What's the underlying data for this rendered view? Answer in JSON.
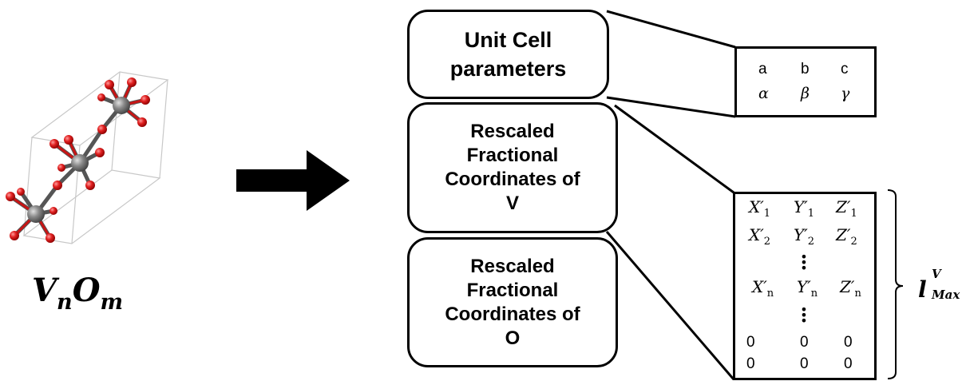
{
  "formula": {
    "base1": "V",
    "sub1": "n",
    "base2": "O",
    "sub2": "m"
  },
  "boxes": {
    "unit_cell": "Unit Cell\nparameters",
    "v_coords": "Rescaled\nFractional\nCoordinates of\nV",
    "o_coords": "Rescaled\nFractional\nCoordinates of\nO"
  },
  "parameters": {
    "row1": [
      "a",
      "b",
      "c"
    ],
    "row2": [
      "α",
      "β",
      "γ"
    ]
  },
  "matrix": {
    "symbols": [
      "X",
      "Y",
      "Z"
    ],
    "prime": "′",
    "row1_index": "1",
    "row2_index": "2",
    "rown_index": "n",
    "zeros": [
      "0",
      "0",
      "0",
      "0",
      "0",
      "0"
    ]
  },
  "bracket_label": {
    "base": "l",
    "sup": "V",
    "sub": "Max"
  },
  "colors": {
    "oxygen": "#d01010",
    "vanadium": "#808080",
    "stroke": "#000000",
    "cell_edge": "#c8c8c8"
  }
}
